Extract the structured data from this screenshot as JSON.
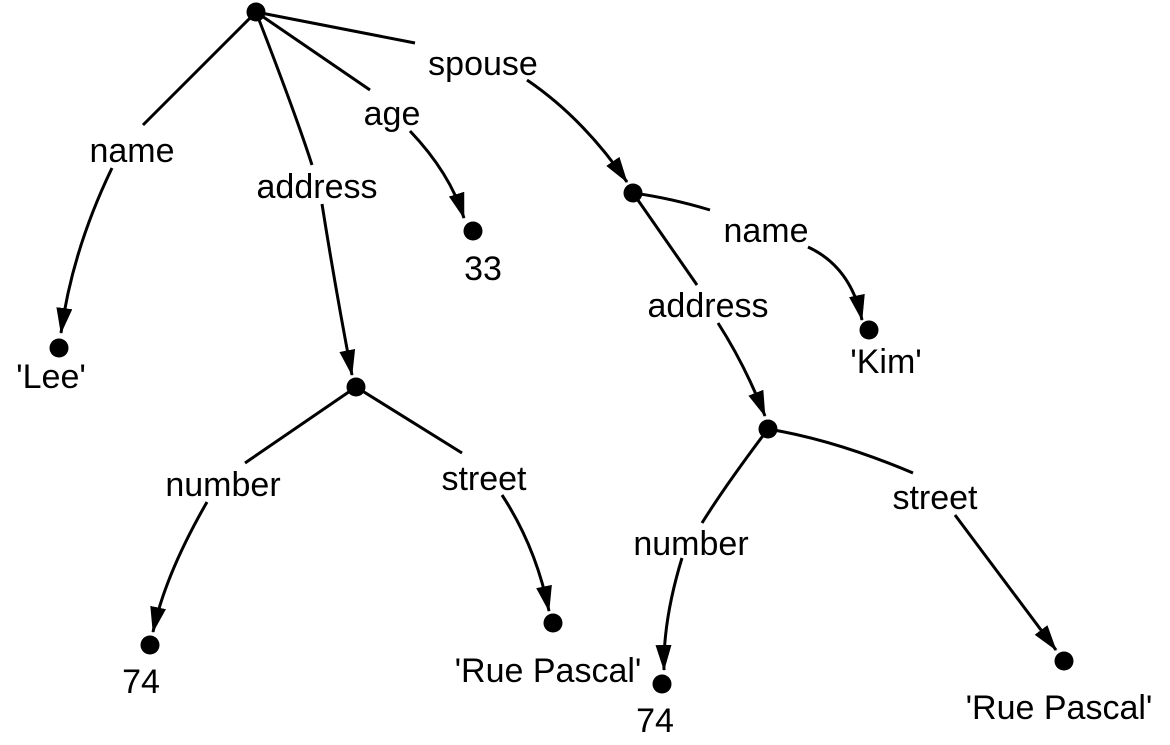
{
  "colors": {
    "background": "#ffffff",
    "ink": "#000000"
  },
  "graph": {
    "type": "directed-graph",
    "edges": [
      {
        "label": "name",
        "from": "root",
        "to": "lee-value"
      },
      {
        "label": "address",
        "from": "root",
        "to": "address-node-1"
      },
      {
        "label": "age",
        "from": "root",
        "to": "33-value"
      },
      {
        "label": "spouse",
        "from": "root",
        "to": "spouse-node"
      },
      {
        "label": "name",
        "from": "spouse-node",
        "to": "kim-value"
      },
      {
        "label": "address",
        "from": "spouse-node",
        "to": "address-node-2"
      },
      {
        "label": "number",
        "from": "address-node-1",
        "to": "74-value-1"
      },
      {
        "label": "street",
        "from": "address-node-1",
        "to": "rue-pascal-value-1"
      },
      {
        "label": "number",
        "from": "address-node-2",
        "to": "74-value-2"
      },
      {
        "label": "street",
        "from": "address-node-2",
        "to": "rue-pascal-value-2"
      }
    ],
    "values": [
      {
        "id": "lee-value",
        "text": "'Lee'"
      },
      {
        "id": "33-value",
        "text": "33"
      },
      {
        "id": "kim-value",
        "text": "'Kim'"
      },
      {
        "id": "74-value-1",
        "text": "74"
      },
      {
        "id": "rue-pascal-value-1",
        "text": "'Rue Pascal'"
      },
      {
        "id": "74-value-2",
        "text": "74"
      },
      {
        "id": "rue-pascal-value-2",
        "text": "'Rue Pascal'"
      }
    ]
  }
}
